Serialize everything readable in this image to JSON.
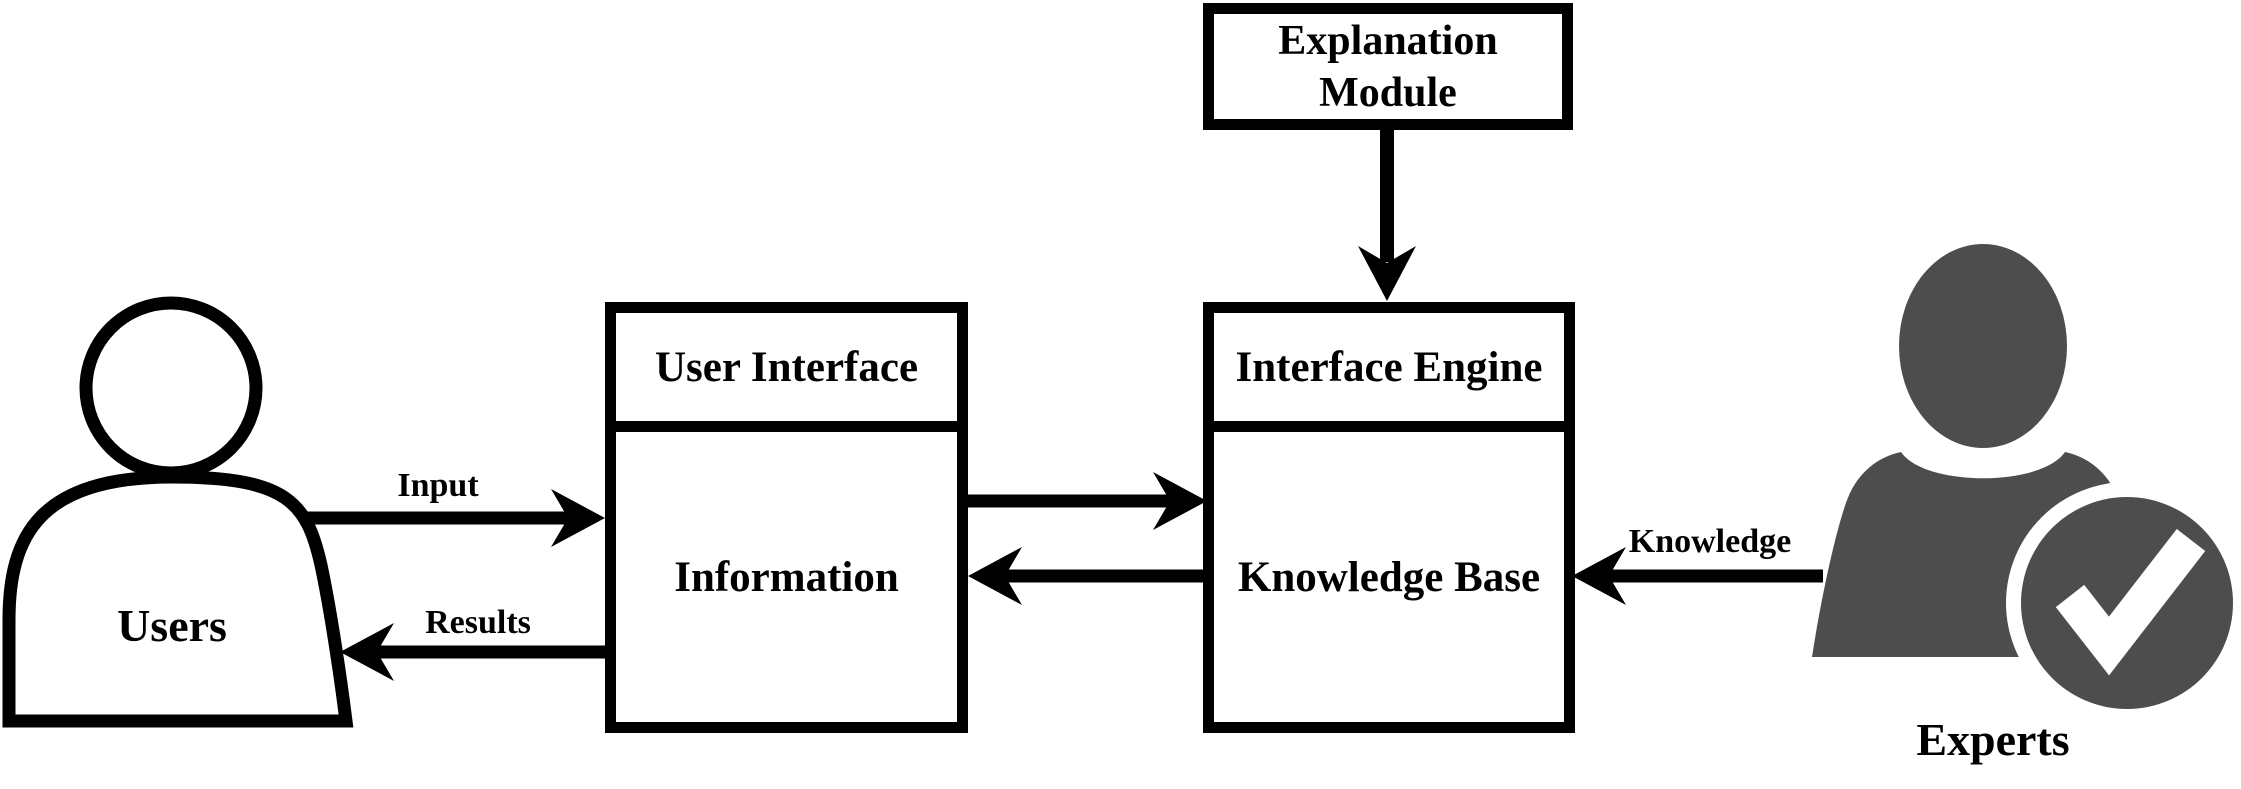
{
  "boxes": {
    "explanation_module": {
      "lines": [
        "Explanation",
        "Module"
      ]
    },
    "user_interface": {
      "header": "User Interface",
      "body": "Information"
    },
    "interface_engine": {
      "header": "Interface Engine",
      "body": "Knowledge Base"
    }
  },
  "actors": {
    "users": {
      "label": "Users",
      "icon": "person-outline-icon"
    },
    "experts": {
      "label": "Experts",
      "icon": "person-verified-icon"
    }
  },
  "arrow_labels": {
    "input": "Input",
    "results": "Results",
    "knowledge": "Knowledge"
  },
  "colors": {
    "line": "#000000",
    "figure_gray": "#4d4d4d",
    "background": "#ffffff",
    "checkmark": "#ffffff"
  }
}
